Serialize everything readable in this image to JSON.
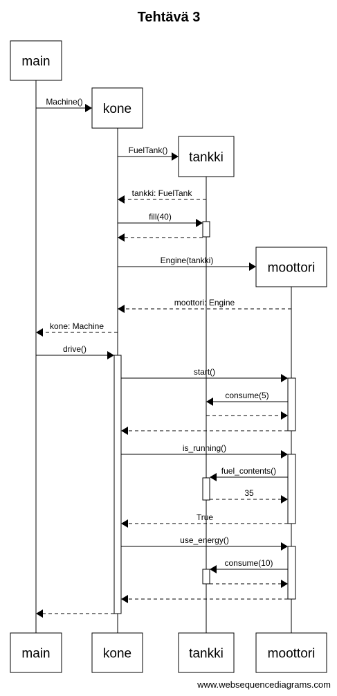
{
  "title": "Tehtävä 3",
  "participants": [
    {
      "id": "main",
      "label": "main"
    },
    {
      "id": "kone",
      "label": "kone"
    },
    {
      "id": "tankki",
      "label": "tankki"
    },
    {
      "id": "moottori",
      "label": "moottori"
    }
  ],
  "messages": [
    {
      "from": "main",
      "to": "kone",
      "label": "Machine()",
      "type": "create"
    },
    {
      "from": "kone",
      "to": "tankki",
      "label": "FuelTank()",
      "type": "create"
    },
    {
      "from": "tankki",
      "to": "kone",
      "label": "tankki: FuelTank",
      "type": "return"
    },
    {
      "from": "kone",
      "to": "tankki",
      "label": "fill(40)",
      "type": "call"
    },
    {
      "from": "tankki",
      "to": "kone",
      "label": "",
      "type": "return"
    },
    {
      "from": "kone",
      "to": "moottori",
      "label": "Engine(tankki)",
      "type": "create"
    },
    {
      "from": "moottori",
      "to": "kone",
      "label": "moottori: Engine",
      "type": "return"
    },
    {
      "from": "kone",
      "to": "main",
      "label": "kone: Machine",
      "type": "return"
    },
    {
      "from": "main",
      "to": "kone",
      "label": "drive()",
      "type": "call"
    },
    {
      "from": "kone",
      "to": "moottori",
      "label": "start()",
      "type": "call"
    },
    {
      "from": "moottori",
      "to": "tankki",
      "label": "consume(5)",
      "type": "call"
    },
    {
      "from": "tankki",
      "to": "moottori",
      "label": "",
      "type": "return"
    },
    {
      "from": "moottori",
      "to": "kone",
      "label": "",
      "type": "return"
    },
    {
      "from": "kone",
      "to": "moottori",
      "label": "is_running()",
      "type": "call"
    },
    {
      "from": "moottori",
      "to": "tankki",
      "label": "fuel_contents()",
      "type": "call"
    },
    {
      "from": "tankki",
      "to": "moottori",
      "label": "35",
      "type": "return"
    },
    {
      "from": "moottori",
      "to": "kone",
      "label": "True",
      "type": "return"
    },
    {
      "from": "kone",
      "to": "moottori",
      "label": "use_energy()",
      "type": "call"
    },
    {
      "from": "moottori",
      "to": "tankki",
      "label": "consume(10)",
      "type": "call"
    },
    {
      "from": "tankki",
      "to": "moottori",
      "label": "",
      "type": "return"
    },
    {
      "from": "moottori",
      "to": "kone",
      "label": "",
      "type": "return"
    },
    {
      "from": "kone",
      "to": "main",
      "label": "",
      "type": "return"
    }
  ],
  "footer": "www.websequencediagrams.com"
}
